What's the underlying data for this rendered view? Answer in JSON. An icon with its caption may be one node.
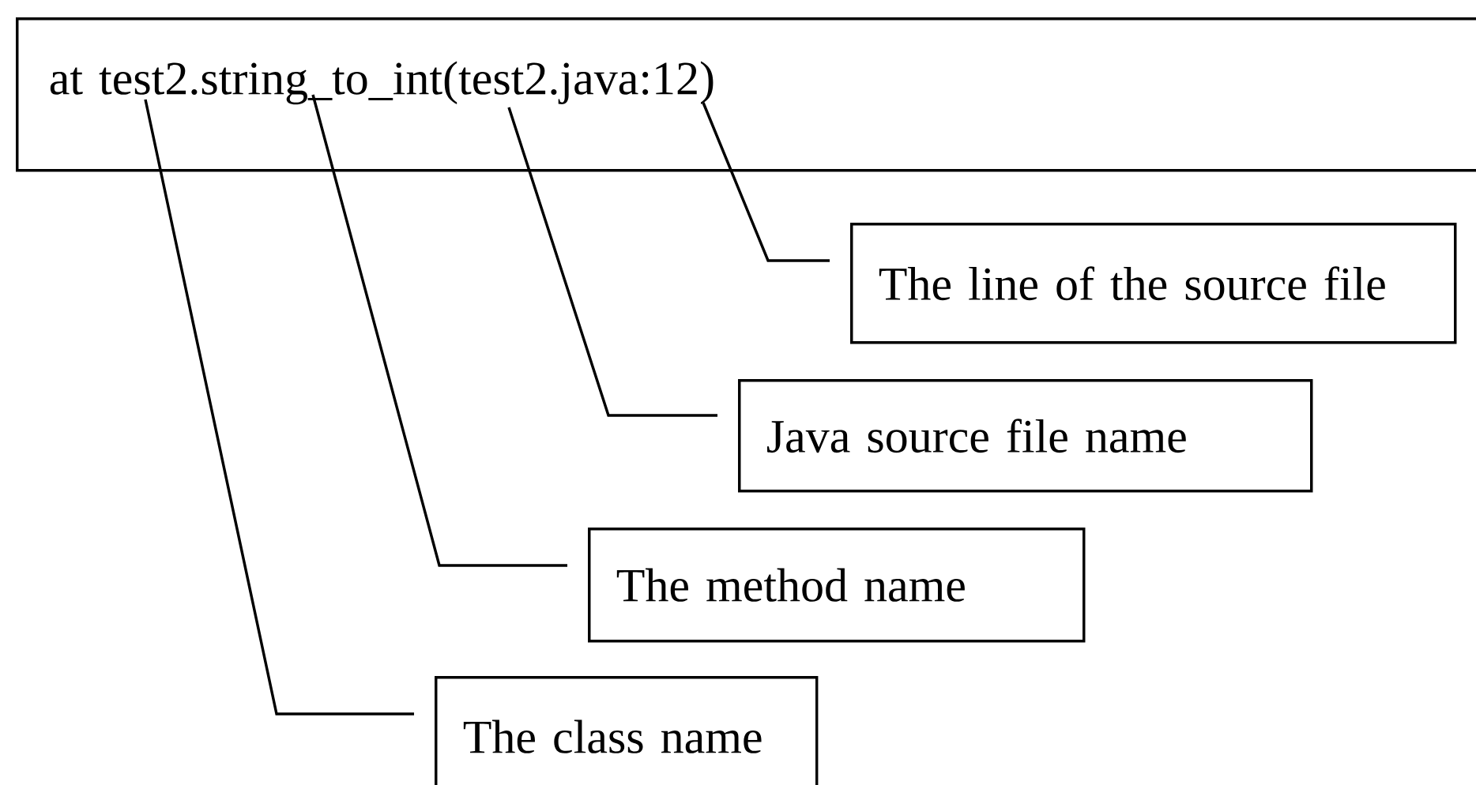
{
  "diagram": {
    "nodes": [
      {
        "text": [
          "at test2.string_to_int(test2.java:12)"
        ]
      },
      {
        "text": [
          "The line of the source file"
        ]
      },
      {
        "text": [
          "Java source file name"
        ]
      },
      {
        "text": [
          "The method name"
        ]
      },
      {
        "text": [
          "The class name"
        ]
      }
    ],
    "edges": [
      {
        "from": 1,
        "to": 0,
        "arrow": "none"
      },
      {
        "from": 2,
        "to": 0,
        "arrow": "none"
      },
      {
        "from": 3,
        "to": 0,
        "arrow": "none"
      },
      {
        "from": 4,
        "to": 0,
        "arrow": "none"
      }
    ]
  }
}
